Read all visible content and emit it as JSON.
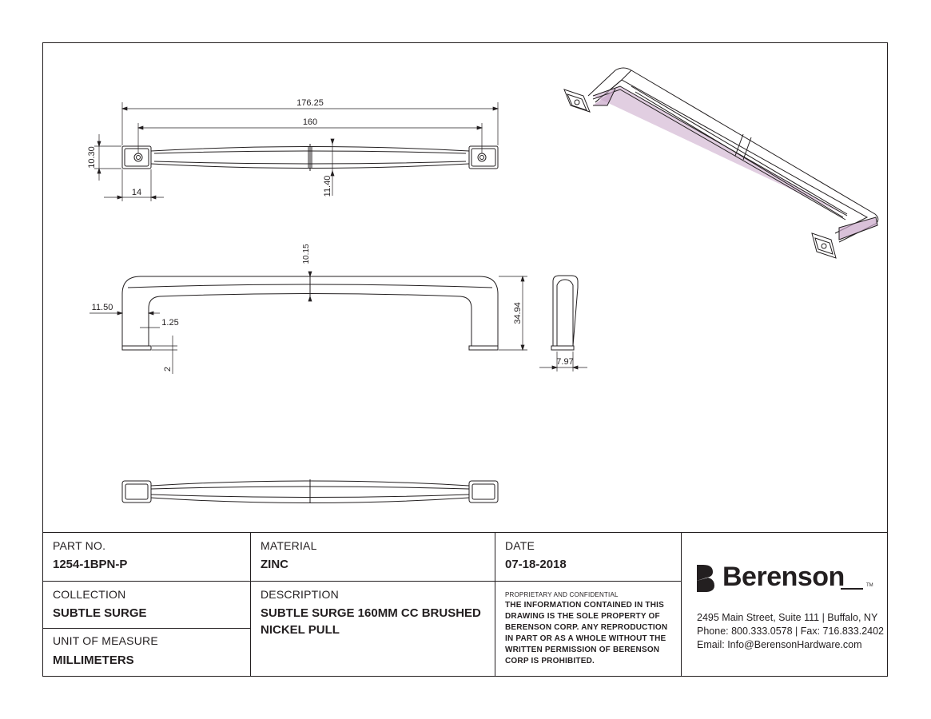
{
  "dimensions": {
    "overall_length": "176.25",
    "center_to_center": "160",
    "foot_height": "10.30",
    "foot_width": "14",
    "grip_width": "11.40",
    "grip_thickness": "10.15",
    "foot_offset": "11.50",
    "wall": "1.25",
    "base": "2",
    "height": "34.94",
    "depth": "7.97"
  },
  "title_block": {
    "part_no": {
      "label": "PART NO.",
      "value": "1254-1BPN-P"
    },
    "material": {
      "label": "MATERIAL",
      "value": "ZINC"
    },
    "date": {
      "label": "DATE",
      "value": "07-18-2018"
    },
    "collection": {
      "label": "COLLECTION",
      "value": "SUBTLE SURGE"
    },
    "unit": {
      "label": "UNIT OF MEASURE",
      "value": "MILLIMETERS"
    },
    "description": {
      "label": "DESCRIPTION",
      "value": "SUBTLE SURGE 160MM CC BRUSHED NICKEL PULL"
    },
    "proprietary": {
      "heading": "PROPRIETARY AND CONFIDENTIAL",
      "text": "THE INFORMATION CONTAINED IN THIS DRAWING IS THE SOLE PROPERTY OF BERENSON CORP. ANY REPRODUCTION IN PART OR AS A WHOLE WITHOUT THE WRITTEN PERMISSION OF BERENSON CORP IS PROHIBITED."
    }
  },
  "company": {
    "name": "Berenson",
    "trademark": "TM",
    "address": "2495 Main Street, Suite 111 | Buffalo, NY",
    "phone": "Phone: 800.333.0578 | Fax: 716.833.2402",
    "email": "Email: Info@BerensonHardware.com"
  },
  "colors": {
    "line": "#231f20",
    "accent_iso": "#c9a6c9"
  }
}
